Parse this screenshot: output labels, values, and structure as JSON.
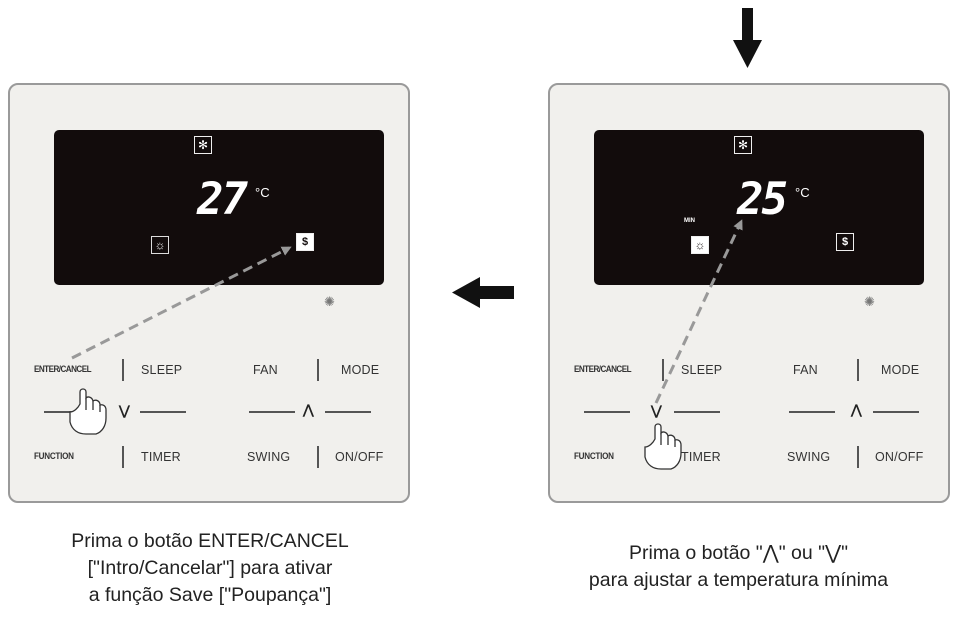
{
  "left_panel": {
    "temperature": "27",
    "unit": "°C",
    "buttons": {
      "enter_cancel": "ENTER/CANCEL",
      "sleep": "SLEEP",
      "fan": "FAN",
      "mode": "MODE",
      "function": "FUNCTION",
      "timer": "TIMER",
      "swing": "SWING",
      "on_off": "ON/OFF"
    },
    "caption_lines": [
      "Prima o botão ENTER/CANCEL",
      "[\"Intro/Cancelar\"] para ativar",
      "a função Save [\"Poupança\"]"
    ]
  },
  "right_panel": {
    "temperature": "25",
    "unit": "°C",
    "min_label": "MIN",
    "buttons": {
      "enter_cancel": "ENTER/CANCEL",
      "sleep": "SLEEP",
      "fan": "FAN",
      "mode": "MODE",
      "function": "FUNCTION",
      "timer": "TIMER",
      "swing": "SWING",
      "on_off": "ON/OFF"
    },
    "caption_lines": [
      "Prima o botão \"⋀\" ou \"⋁\"",
      "para ajustar a temperatura mínima"
    ]
  },
  "icons": {
    "cool": "snowflake-icon",
    "heat": "sun-icon",
    "save": "save-mode-icon",
    "up": "up-arrow-icon",
    "down": "down-arrow-icon",
    "finger": "pointing-hand-icon"
  },
  "colors": {
    "panel": "#f1f0ed",
    "screen": "#120c0c",
    "arrow": "#999999"
  }
}
